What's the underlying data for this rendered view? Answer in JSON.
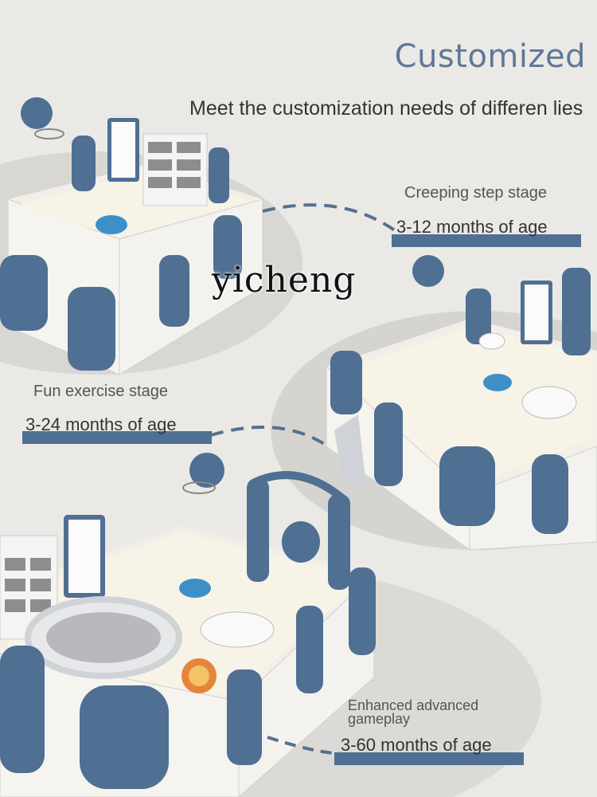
{
  "header": {
    "title": "Customized",
    "subtitle": "Meet the customization needs of differen lies"
  },
  "stages": [
    {
      "name": "Creeping step stage",
      "age": "3-12 months of age"
    },
    {
      "name": "Fun exercise stage",
      "age": "3-24 months of age"
    },
    {
      "name": "Enhanced advanced gameplay",
      "age": "3-60 months of age"
    }
  ],
  "watermark": "yicheng",
  "colors": {
    "background": "#ebe9e6",
    "panel_blue": "#4f6f93",
    "panel_white": "#f6f5f1",
    "title_blue": "#5e7896"
  }
}
